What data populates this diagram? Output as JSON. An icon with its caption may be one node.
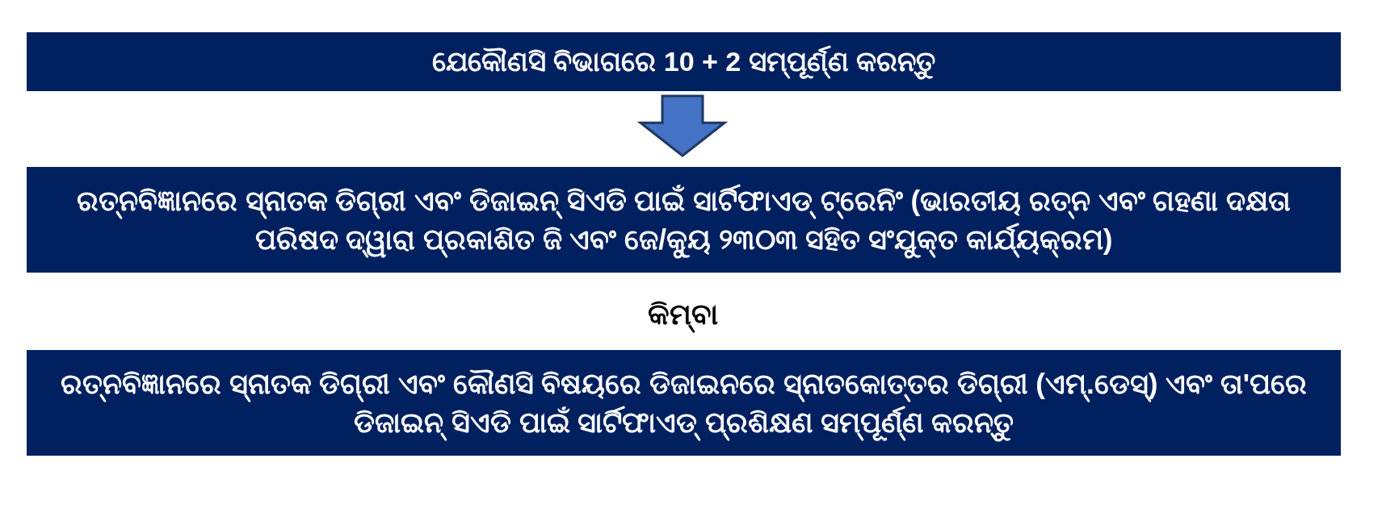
{
  "diagram": {
    "nodes": [
      {
        "text": [
          "ଯେକୌଣସି ବିଭାଗରେ 10 + 2 ସମ୍ପୂର୍ଣ୍ଣ କରନ୍ତୁ"
        ]
      },
      {
        "text": [
          "ରତ୍ନବିଜ୍ଞାନରେ ସ୍ନାତକ ଡିଗ୍ରୀ ଏବଂ ଡିଜାଇନ୍ ସିଏଡି ପାଇଁ ସାର୍ଟିଫାଏଡ୍ ଟ୍ରେନିଂ (ଭାରତୀୟ ରତ୍ନ ଏବଂ ଗହଣା ଦକ୍ଷତା ପରିଷଦ ଦ୍ୱାରା ପ୍ରକାଶିତ ଜି ଏବଂ ଜେ/କ୍ୟୁ ୨୩୦୩ ସହିତ ସଂଯୁକ୍ତ କାର୍ଯ୍ୟକ୍ରମ)"
        ]
      },
      {
        "text": [
          "ରତ୍ନବିଜ୍ଞାନରେ ସ୍ନାତକ ଡିଗ୍ରୀ ଏବଂ କୌଣସି ବିଷୟରେ ଡିଜାଇନରେ ସ୍ନାତକୋତ୍ତର ଡିଗ୍ରୀ (ଏମ୍.ଡେସ୍) ଏବଂ ତା'ପରେ ଡିଜାଇନ୍ ସିଏଡି ପାଇଁ ସାର୍ଟିଫାଏଡ୍ ପ୍ରଶିକ୍ଷଣ ସମ୍ପୂର୍ଣ୍ଣ କରନ୍ତୁ"
        ]
      }
    ],
    "edges": [
      {
        "from": 0,
        "to": 1,
        "arrow": "to"
      }
    ],
    "labels": [
      "କିମ୍ବା"
    ]
  }
}
